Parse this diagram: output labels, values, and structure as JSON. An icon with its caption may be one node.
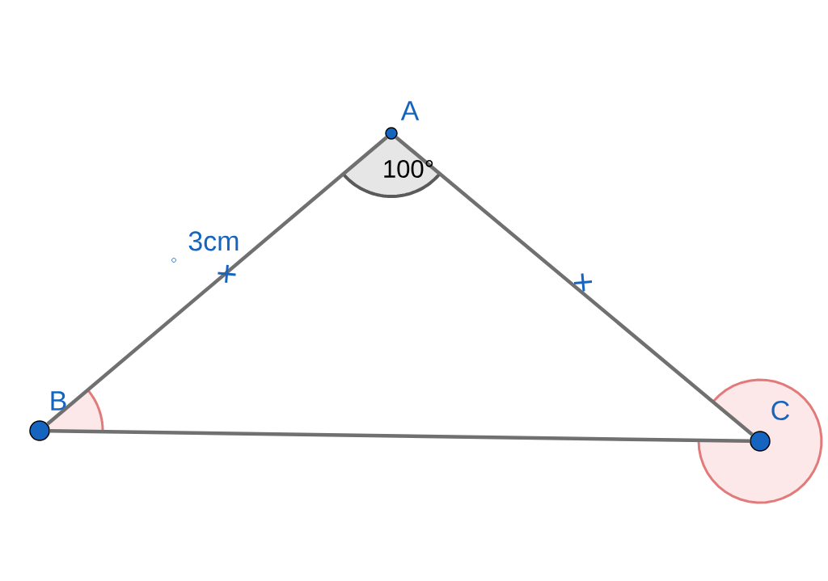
{
  "diagram": {
    "nodes": [
      {
        "text": [
          "A"
        ]
      },
      {
        "text": [
          "B"
        ]
      },
      {
        "text": [
          "C"
        ]
      }
    ],
    "edges": [
      {
        "from": 1,
        "to": 0,
        "arrow": "none",
        "label": "3cm"
      },
      {
        "from": 0,
        "to": 2,
        "arrow": "none"
      },
      {
        "from": 1,
        "to": 2,
        "arrow": "none"
      }
    ],
    "labels": [
      "100°"
    ]
  }
}
